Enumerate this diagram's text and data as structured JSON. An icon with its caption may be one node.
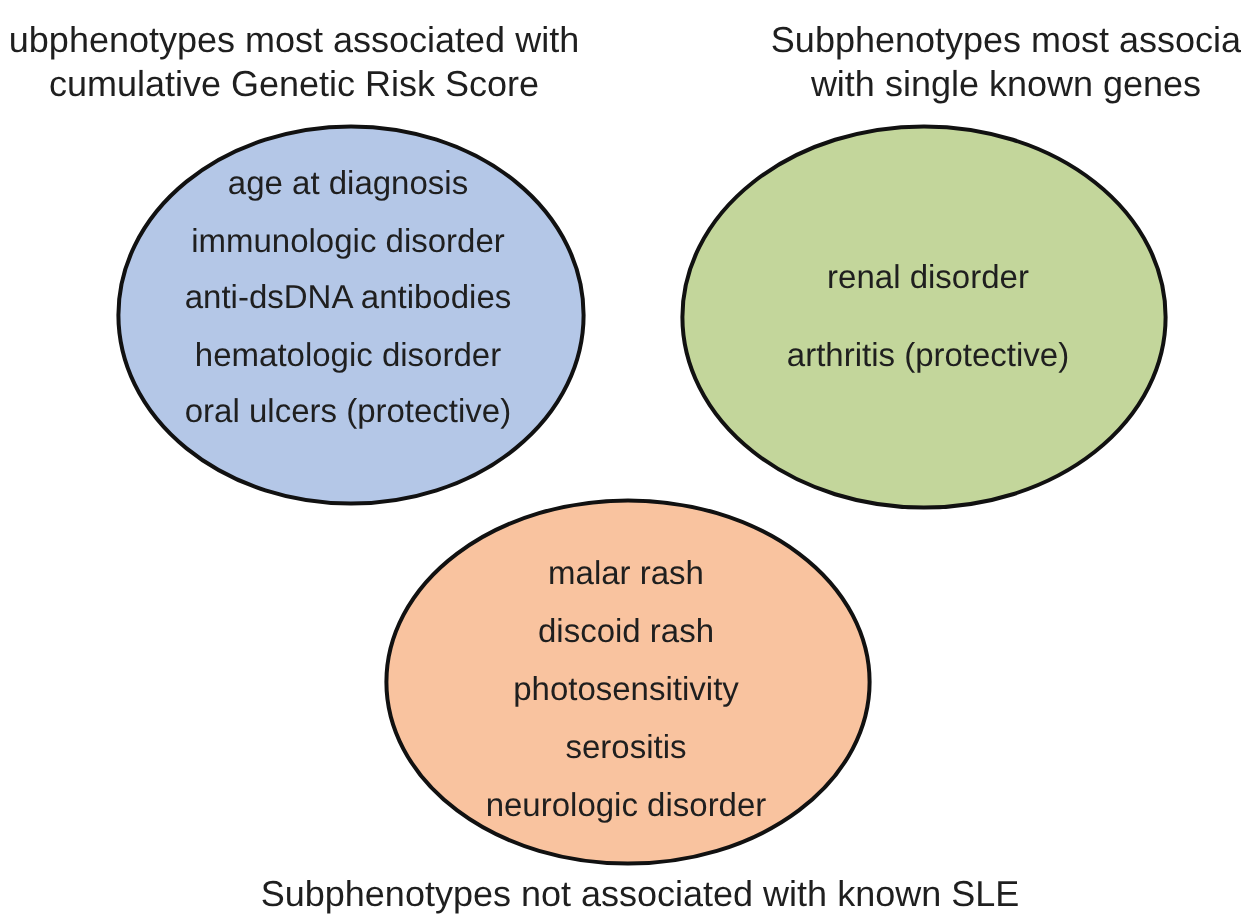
{
  "diagram": {
    "nodes": [
      {
        "text": [
          "ubphenotypes most associated with cumulative Genetic Risk Score",
          "age at diagnosis",
          "immunologic disorder",
          "anti-dsDNA antibodies",
          "hematologic disorder",
          "oral ulcers (protective)"
        ]
      },
      {
        "text": [
          "Subphenotypes most associa with single known genes",
          "renal disorder",
          "arthritis (protective)"
        ]
      },
      {
        "text": [
          "malar rash",
          "discoid rash",
          "photosensitivity",
          "serositis",
          "neurologic disorder",
          "Subphenotypes not associated with known SLE"
        ]
      }
    ]
  }
}
